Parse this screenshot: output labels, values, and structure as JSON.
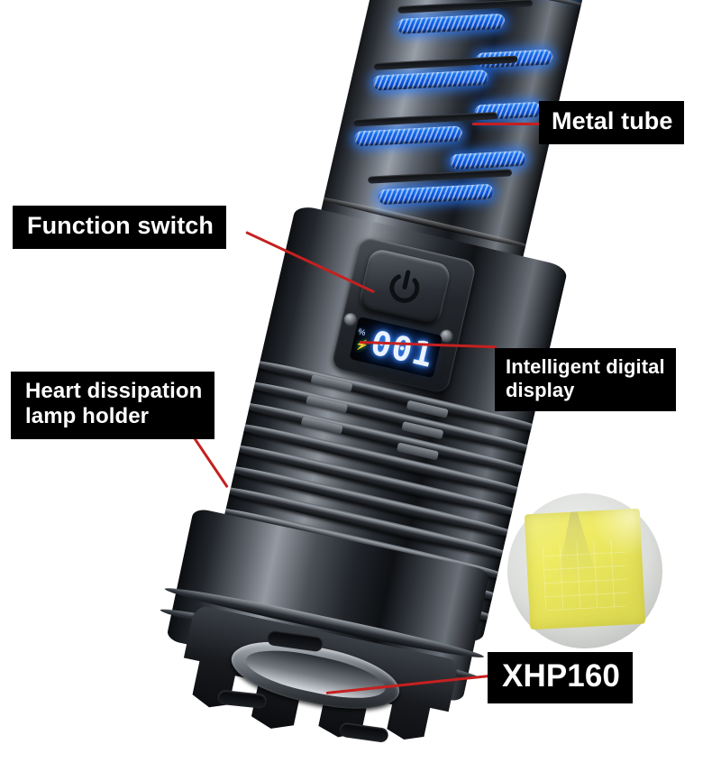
{
  "product": {
    "type": "flashlight-product-annotation",
    "background_color": "#ffffff",
    "accent_color": "#c62020",
    "label_background": "#000000",
    "label_text_color": "#ffffff",
    "tube_glow_color": "#1f7ffb",
    "led_phosphor_color": "#efeb63"
  },
  "callouts": [
    {
      "id": "metal-tube",
      "label": "Metal tube"
    },
    {
      "id": "function-switch",
      "label": "Function switch"
    },
    {
      "id": "heat-sink",
      "label": "Heart dissipation\nlamp holder"
    },
    {
      "id": "digital-display",
      "label": "Intelligent digital\ndisplay"
    },
    {
      "id": "led-model",
      "label": "XHP160"
    }
  ],
  "display": {
    "value": "001",
    "percent_symbol": "%",
    "charge_icon": "⚡",
    "digit_color": "#eaf2ff",
    "glow_color": "#2f7dff",
    "bolt_color": "#3de06a"
  },
  "switch": {
    "icon": "power-icon"
  }
}
